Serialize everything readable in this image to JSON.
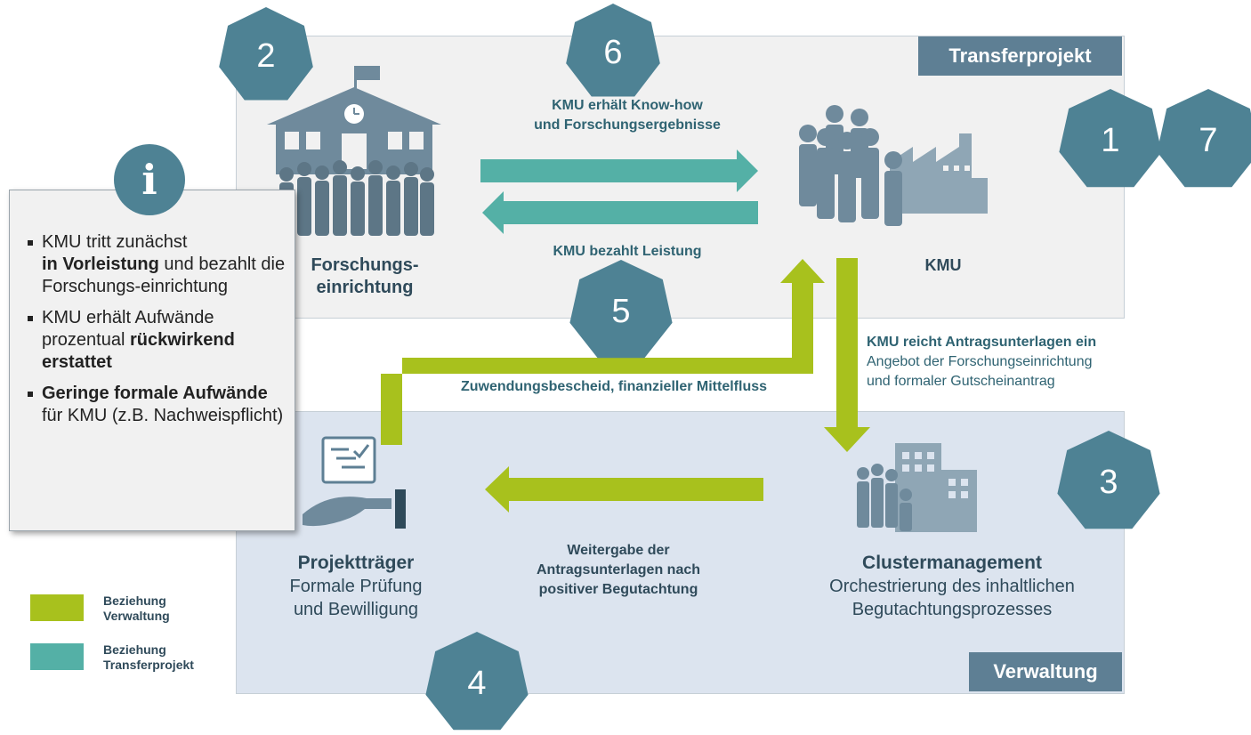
{
  "sections": {
    "transfer": "Transferprojekt",
    "administration": "Verwaltung"
  },
  "badges": [
    "2",
    "6",
    "1",
    "7",
    "5",
    "3",
    "4"
  ],
  "arrows": {
    "knowhow": "KMU erhält Know-how\nund Forschungsergebnisse",
    "payment": "KMU bezahlt Leistung",
    "funding": "Zuwendungsbescheid, finanzieller Mittelfluss",
    "application_title": "KMU reicht Antragsunterlagen ein",
    "application_detail": "Angebot der Forschungseinrichtung\nund formaler Gutscheinantrag",
    "forwarding": "Weitergabe der\nAntragsunterlagen nach\npositiver Begutachtung"
  },
  "actors": {
    "research": "Forschungs-\neinrichtung",
    "sme": "KMU",
    "project_agency_title": "Projektträger",
    "project_agency_detail": "Formale Prüfung\nund Bewilligung",
    "cluster_title": "Clustermanagement",
    "cluster_detail": "Orchestrierung des inhaltlichen\nBegutachtungsprozesses"
  },
  "info": {
    "icon": "i",
    "item1_a": "KMU tritt zunächst",
    "item1_b": "in Vorleistung",
    "item1_c": " und bezahlt die Forschungs-einrichtung",
    "item2_a": "KMU erhält Aufwände prozentual ",
    "item2_b": "rückwirkend erstattet",
    "item3_a": "Geringe formale Aufwände",
    "item3_b": " für KMU (z.B. Nachweispflicht)"
  },
  "legend": {
    "admin": "Beziehung\nVerwaltung",
    "transfer": "Beziehung\nTransferprojekt"
  },
  "colors": {
    "green": "#a8c11d",
    "teal": "#54b0a6",
    "badge": "#4e8294",
    "icon": "#6f8a9c"
  }
}
